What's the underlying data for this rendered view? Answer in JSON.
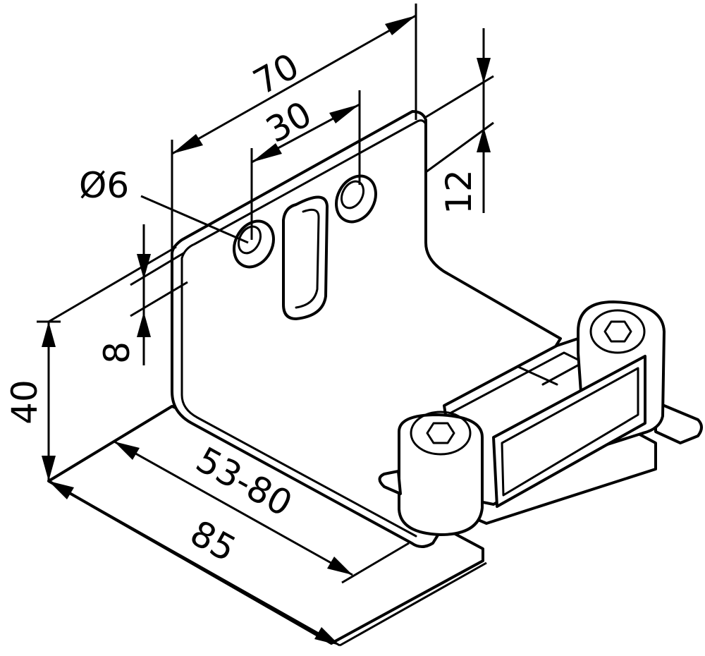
{
  "dimensions": {
    "overall_width": "70",
    "hole_spacing": "30",
    "hole_diameter": "Ø6",
    "top_offset": "12",
    "hole_offset": "8",
    "height": "40",
    "adjust_range": "53-80",
    "depth": "85"
  }
}
